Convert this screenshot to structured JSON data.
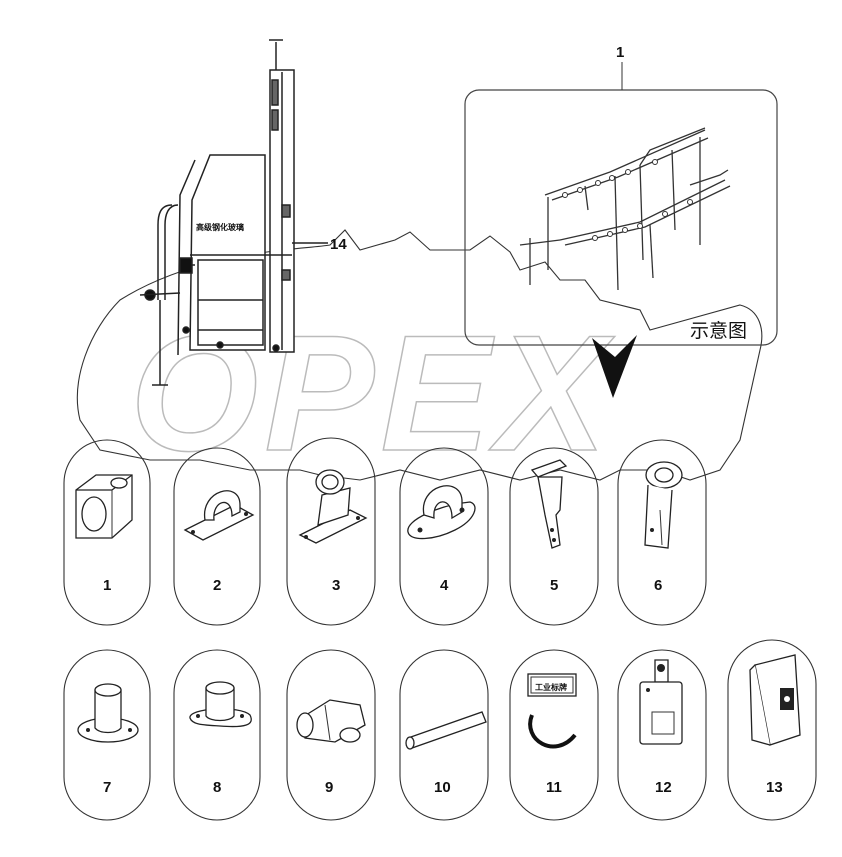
{
  "watermark": {
    "text": "OPEX"
  },
  "schematic": {
    "callout_label": "1",
    "caption": "示意图"
  },
  "cabin": {
    "glass_label": "高级钢化玻璃",
    "callout_label": "14"
  },
  "parts_row1": [
    {
      "number": "1",
      "icon": "block-clamp-icon"
    },
    {
      "number": "2",
      "icon": "saddle-bracket-icon"
    },
    {
      "number": "3",
      "icon": "pedestal-bracket-icon"
    },
    {
      "number": "4",
      "icon": "flange-clamp-icon"
    },
    {
      "number": "5",
      "icon": "bent-bracket-icon"
    },
    {
      "number": "6",
      "icon": "tube-clamp-icon"
    }
  ],
  "parts_row2": [
    {
      "number": "7",
      "icon": "round-flange-socket-icon"
    },
    {
      "number": "8",
      "icon": "oval-flange-socket-icon"
    },
    {
      "number": "9",
      "icon": "cross-connector-icon"
    },
    {
      "number": "10",
      "icon": "tube-icon"
    },
    {
      "number": "11",
      "icon": "label-and-ring-icon",
      "label_text": "工业标牌"
    },
    {
      "number": "12",
      "icon": "tag-hanger-icon"
    },
    {
      "number": "13",
      "icon": "switch-box-icon"
    }
  ],
  "colors": {
    "line": "#222222",
    "watermark": "#bbbbbb",
    "background": "#ffffff"
  }
}
